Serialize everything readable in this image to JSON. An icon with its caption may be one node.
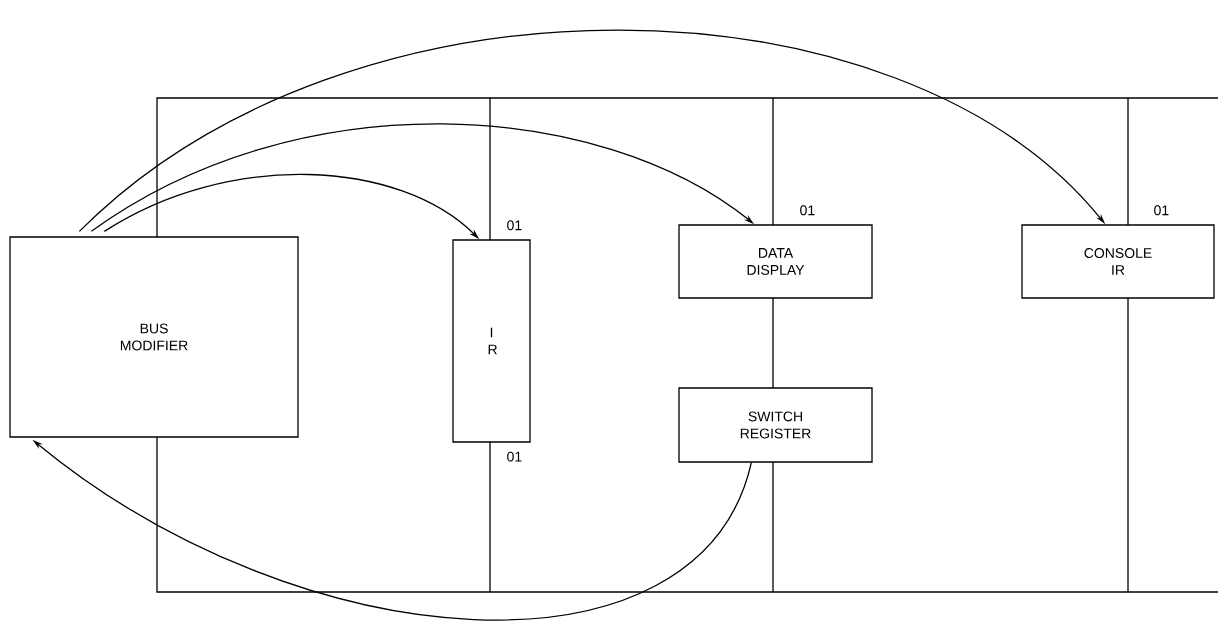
{
  "diagram": {
    "nodes": [
      {
        "text": [
          "BUS MODIFIER"
        ]
      },
      {
        "text": [
          "I R"
        ],
        "beside": [
          "01",
          "01"
        ]
      },
      {
        "text": [
          "DATA DISPLAY"
        ],
        "beside": [
          "01"
        ]
      },
      {
        "text": [
          "CONSOLE IR"
        ],
        "beside": [
          "01"
        ]
      },
      {
        "text": [
          "SWITCH REGISTER"
        ]
      }
    ],
    "edges": [
      {
        "from": 0,
        "to": 1,
        "arrow": "to"
      },
      {
        "from": 0,
        "to": 2,
        "arrow": "to"
      },
      {
        "from": 0,
        "to": 3,
        "arrow": "to"
      },
      {
        "from": 4,
        "to": 0,
        "arrow": "to"
      }
    ]
  }
}
